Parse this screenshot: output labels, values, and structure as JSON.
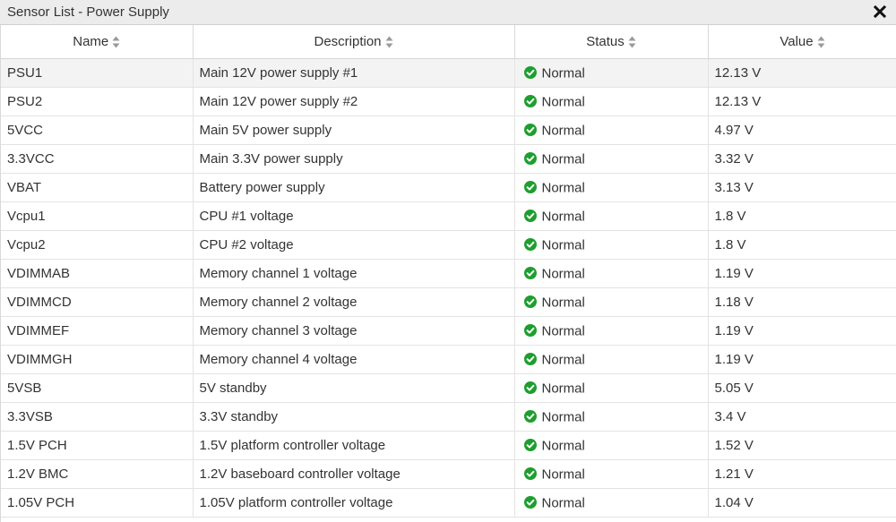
{
  "window": {
    "title": "Sensor List - Power Supply",
    "close_icon": "close-x-icon"
  },
  "columns": [
    {
      "label": "Name"
    },
    {
      "label": "Description"
    },
    {
      "label": "Status"
    },
    {
      "label": "Value"
    }
  ],
  "status_color": "#1e9e2e",
  "rows": [
    {
      "name": "PSU1",
      "description": "Main 12V power supply #1",
      "status": "Normal",
      "value": "12.13 V"
    },
    {
      "name": "PSU2",
      "description": "Main 12V power supply #2",
      "status": "Normal",
      "value": "12.13 V"
    },
    {
      "name": "5VCC",
      "description": "Main 5V power supply",
      "status": "Normal",
      "value": "4.97 V"
    },
    {
      "name": "3.3VCC",
      "description": "Main 3.3V power supply",
      "status": "Normal",
      "value": "3.32 V"
    },
    {
      "name": "VBAT",
      "description": "Battery power supply",
      "status": "Normal",
      "value": "3.13 V"
    },
    {
      "name": "Vcpu1",
      "description": "CPU #1 voltage",
      "status": "Normal",
      "value": "1.8 V"
    },
    {
      "name": "Vcpu2",
      "description": "CPU #2 voltage",
      "status": "Normal",
      "value": "1.8 V"
    },
    {
      "name": "VDIMMAB",
      "description": "Memory channel 1 voltage",
      "status": "Normal",
      "value": "1.19 V"
    },
    {
      "name": "VDIMMCD",
      "description": "Memory channel 2 voltage",
      "status": "Normal",
      "value": "1.18 V"
    },
    {
      "name": "VDIMMEF",
      "description": "Memory channel 3 voltage",
      "status": "Normal",
      "value": "1.19 V"
    },
    {
      "name": "VDIMMGH",
      "description": "Memory channel 4 voltage",
      "status": "Normal",
      "value": "1.19 V"
    },
    {
      "name": "5VSB",
      "description": "5V standby",
      "status": "Normal",
      "value": "5.05 V"
    },
    {
      "name": "3.3VSB",
      "description": "3.3V standby",
      "status": "Normal",
      "value": "3.4 V"
    },
    {
      "name": "1.5V PCH",
      "description": "1.5V platform controller voltage",
      "status": "Normal",
      "value": "1.52 V"
    },
    {
      "name": "1.2V BMC",
      "description": "1.2V baseboard controller voltage",
      "status": "Normal",
      "value": "1.21 V"
    },
    {
      "name": "1.05V PCH",
      "description": "1.05V platform controller voltage",
      "status": "Normal",
      "value": "1.04 V"
    }
  ]
}
